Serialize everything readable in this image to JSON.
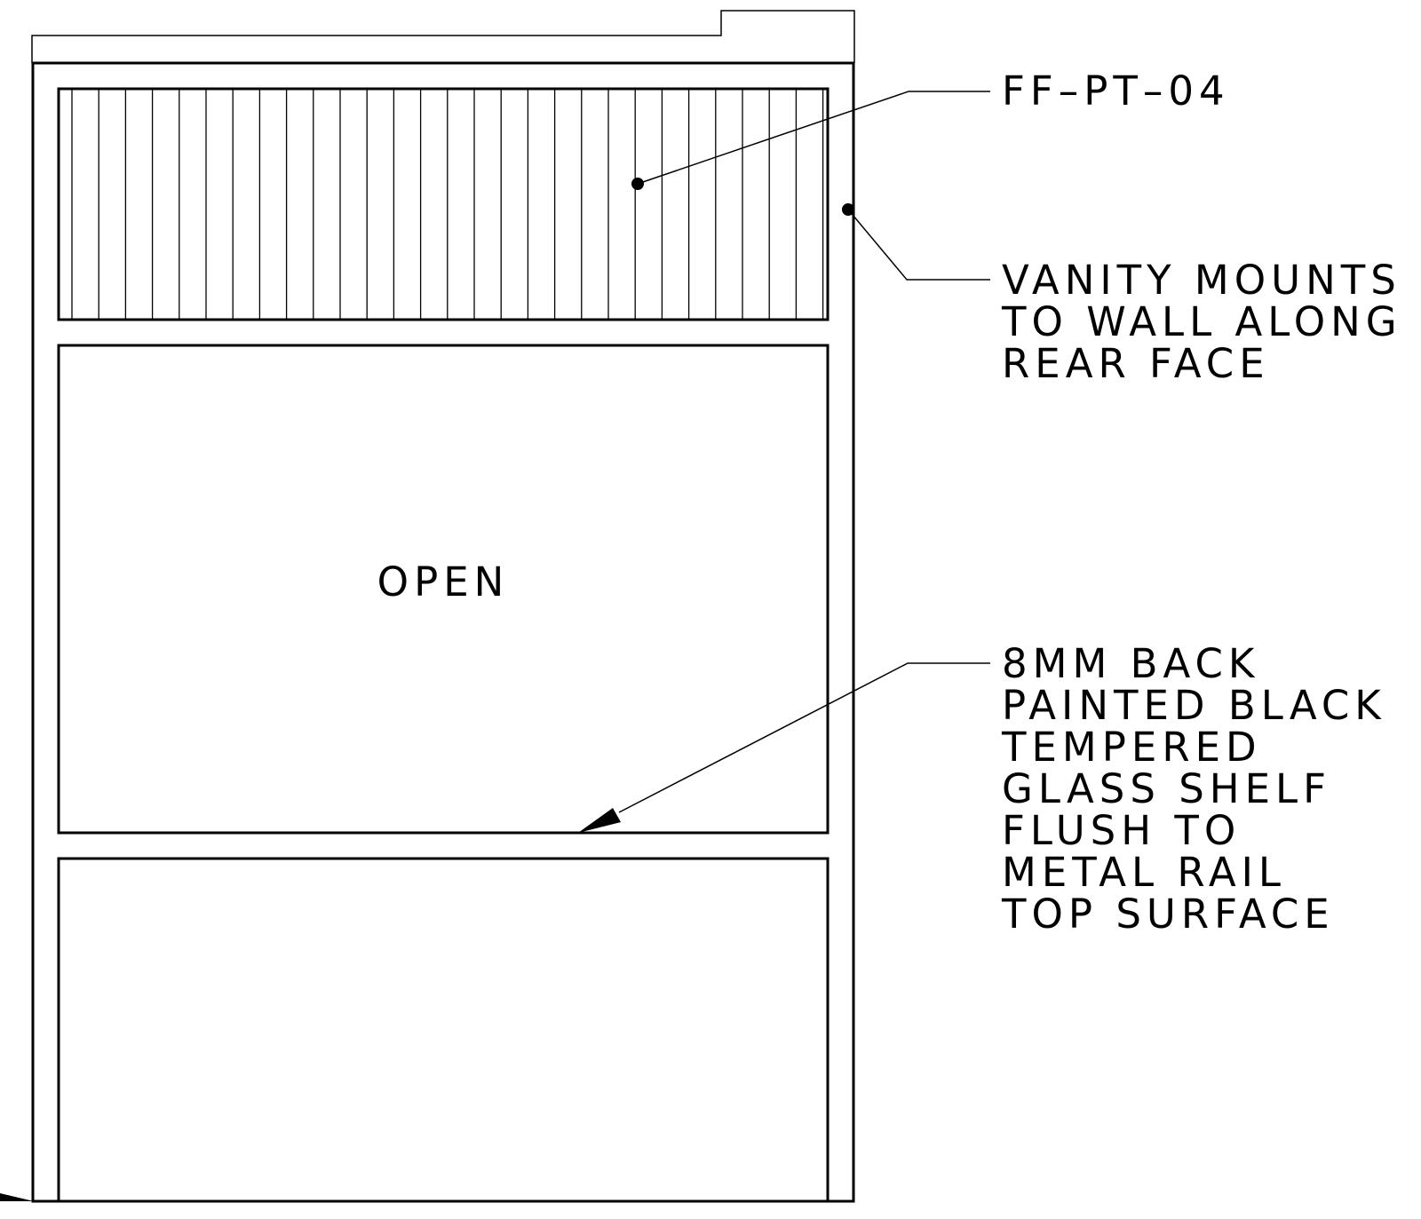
{
  "notes": {
    "finish_tag": "FF–PT–04",
    "mount_note": [
      "VANITY  MOUNTS",
      "TO  WALL  ALONG",
      "REAR  FACE"
    ],
    "shelf_note": [
      "8MM  BACK",
      "PAINTED  BLACK",
      "TEMPERED",
      "GLASS  SHELF",
      "FLUSH  TO",
      "METAL  RAIL",
      "TOP  SURFACE"
    ]
  },
  "open_label": "OPEN",
  "colors": {
    "line": "#000000",
    "background": "#ffffff"
  }
}
